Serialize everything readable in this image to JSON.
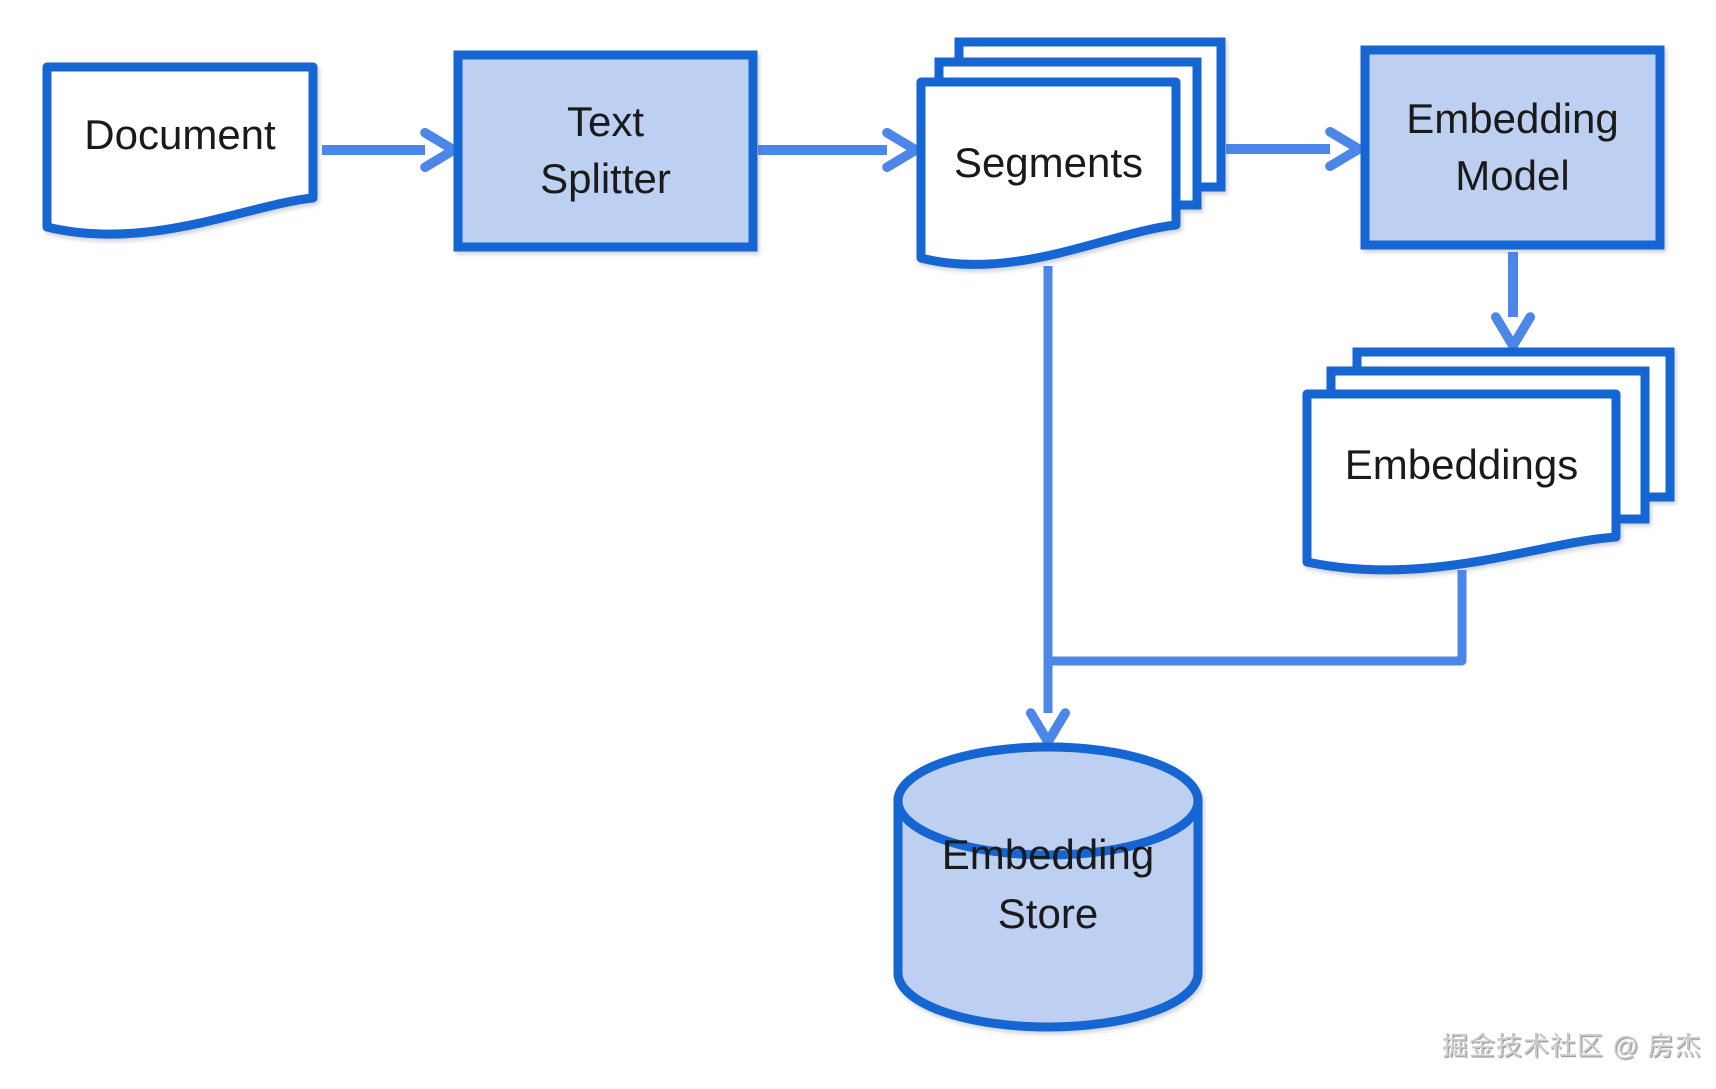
{
  "diagram": {
    "nodes": {
      "document": {
        "shape": "document",
        "lines": [
          "Document"
        ]
      },
      "text_splitter": {
        "shape": "process-box",
        "lines": [
          "Text",
          "Splitter"
        ]
      },
      "segments": {
        "shape": "document-stack",
        "lines": [
          "Segments"
        ]
      },
      "embedding_model": {
        "shape": "process-box",
        "lines": [
          "Embedding",
          "Model"
        ]
      },
      "embeddings": {
        "shape": "document-stack",
        "lines": [
          "Embeddings"
        ]
      },
      "embedding_store": {
        "shape": "database-cylinder",
        "lines": [
          "Embedding",
          "Store"
        ]
      }
    },
    "edges": [
      {
        "from": "document",
        "to": "text_splitter"
      },
      {
        "from": "text_splitter",
        "to": "segments"
      },
      {
        "from": "segments",
        "to": "embedding_model"
      },
      {
        "from": "embedding_model",
        "to": "embeddings"
      },
      {
        "from": "segments",
        "to": "embedding_store"
      },
      {
        "from": "embeddings",
        "to": "embedding_store"
      }
    ],
    "colors": {
      "shape_border": "#1565d2",
      "shape_fill": "#bdd0f2",
      "arrow": "#4c86e8",
      "text": "#1a1a1a",
      "watermark": "#9a9a9a"
    },
    "watermark": "掘金技术社区 @ 房杰"
  }
}
